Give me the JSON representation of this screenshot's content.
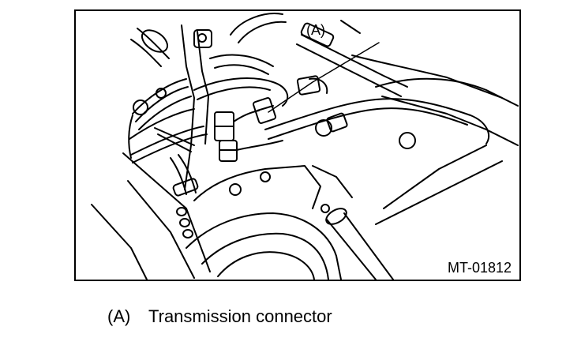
{
  "figure": {
    "id_label": "MT-01812",
    "callout": "(A)"
  },
  "legend": {
    "items": [
      {
        "key": "(A)",
        "text": "Transmission connector"
      }
    ]
  },
  "colors": {
    "line": "#000000",
    "background": "#ffffff"
  }
}
